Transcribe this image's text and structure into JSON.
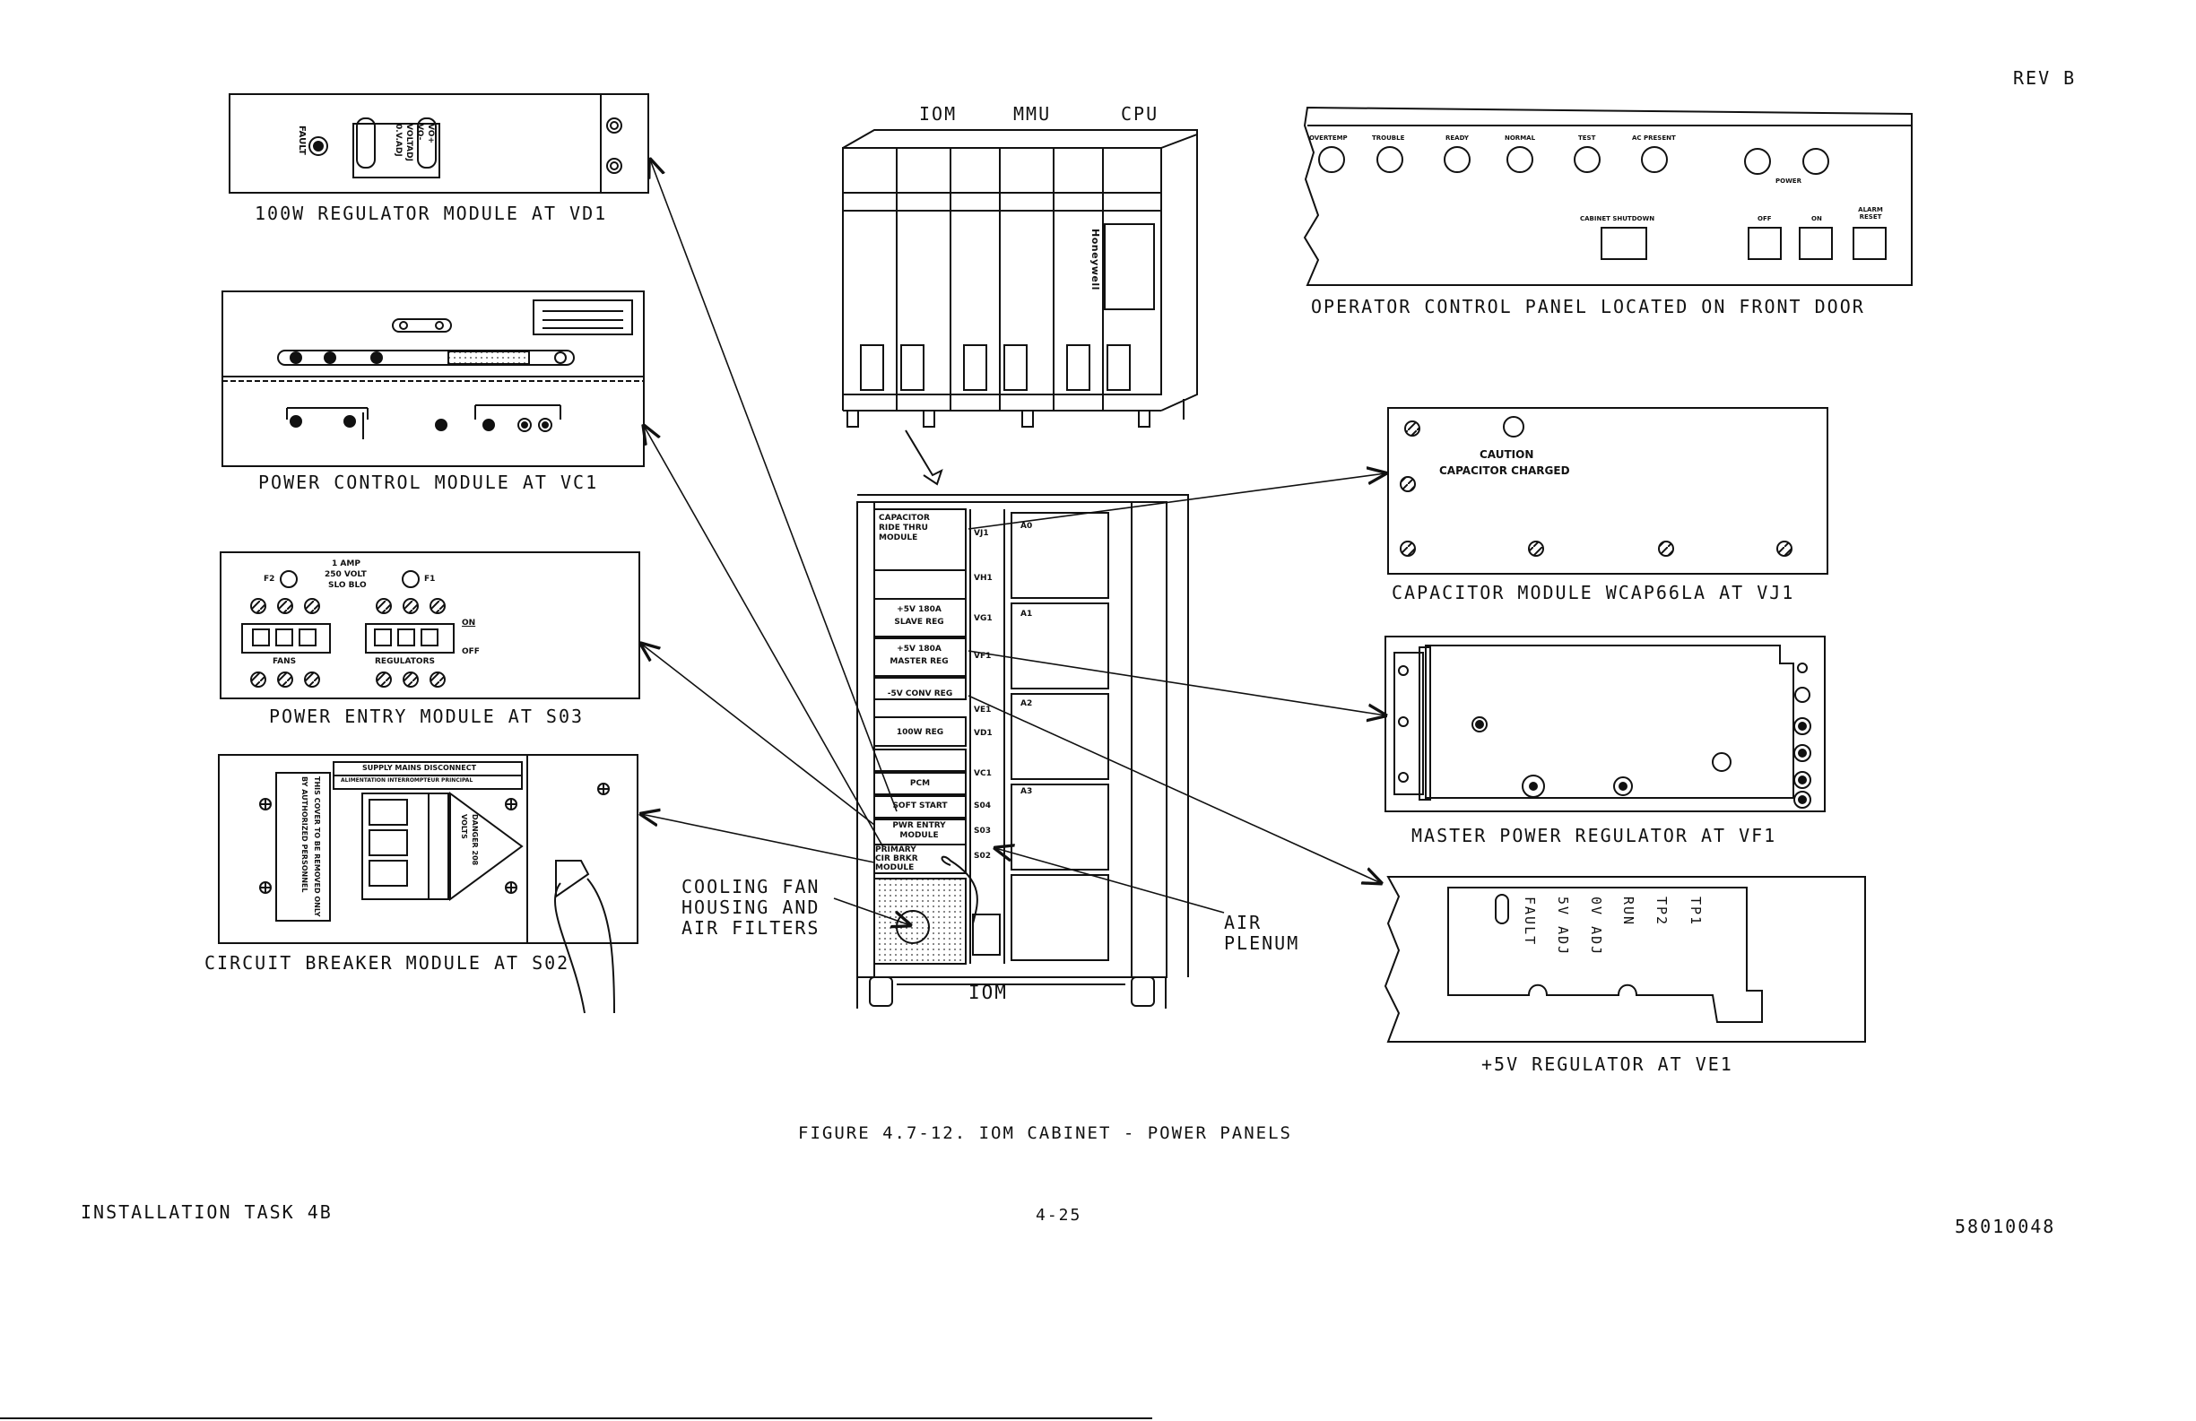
{
  "header": {
    "revision": "REV B"
  },
  "footer": {
    "left": "INSTALLATION TASK 4B",
    "center": "4-25",
    "right": "58010048"
  },
  "caption": "FIGURE 4.7-12.  IOM CABINET - POWER PANELS",
  "cabinet": {
    "top_labels": [
      "IOM",
      "MMU",
      "CPU"
    ],
    "bottom_label": "IOM",
    "brand": "Honeywell",
    "slot_labels": [
      "VJ1",
      "VH1",
      "VG1",
      "VF1",
      "VE1",
      "VD1",
      "VC1",
      "S04",
      "S03",
      "S02"
    ],
    "slot_modules": [
      "CAPACITOR RIDE THRU MODULE",
      "+5V 180A SLAVE REG",
      "+5V 180A MASTER REG",
      "-5V CONV REG",
      "100W REG",
      "PCM",
      "SOFT START",
      "PWR ENTRY MODULE",
      "PRIMARY CIR BRKR MODULE"
    ],
    "bay_labels": [
      "A0",
      "A1",
      "A2",
      "A3"
    ],
    "callouts": [
      "COOLING FAN HOUSING AND AIR FILTERS",
      "AIR PLENUM"
    ]
  },
  "panels": {
    "reg100w": {
      "caption": "100W REGULATOR MODULE AT VD1",
      "labels": [
        "FAULT",
        "VO+",
        "VO-",
        "VOLTADJ",
        "0.V.ADJ"
      ]
    },
    "pcm": {
      "caption": "POWER CONTROL MODULE AT VC1"
    },
    "power_entry": {
      "caption": "POWER ENTRY MODULE AT S03",
      "labels": [
        "F2",
        "1 AMP",
        "250 VOLT",
        "SLO BLO",
        "F1",
        "FANS",
        "REGULATORS",
        "ON",
        "OFF"
      ]
    },
    "circuit_breaker": {
      "caption": "CIRCUIT BREAKER MODULE AT S02",
      "labels": [
        "SUPPLY MAINS DISCONNECT",
        "ALIMENTATION INTERROMPTEUR PRINCIPAL",
        "THIS COVER TO BE REMOVED ONLY BY AUTHORIZED PERSONNEL",
        "DANGER 208 VOLTS"
      ]
    },
    "operator": {
      "caption": "OPERATOR CONTROL PANEL LOCATED ON FRONT DOOR",
      "indicators": [
        "OVERTEMP",
        "TROUBLE",
        "READY",
        "NORMAL",
        "TEST",
        "AC PRESENT"
      ],
      "labels": [
        "POWER",
        "CABINET SHUTDOWN",
        "OFF",
        "ON",
        "ALARM RESET"
      ]
    },
    "capacitor": {
      "caption": "CAPACITOR MODULE WCAP66LA AT VJ1",
      "warning_1": "CAUTION",
      "warning_2": "CAPACITOR CHARGED"
    },
    "master_reg": {
      "caption": "MASTER POWER REGULATOR AT VF1"
    },
    "reg5v": {
      "caption": "+5V REGULATOR AT VE1",
      "labels": [
        "FAULT",
        "5V ADJ",
        "0V ADJ",
        "RUN",
        "TP2",
        "TP1"
      ]
    }
  }
}
